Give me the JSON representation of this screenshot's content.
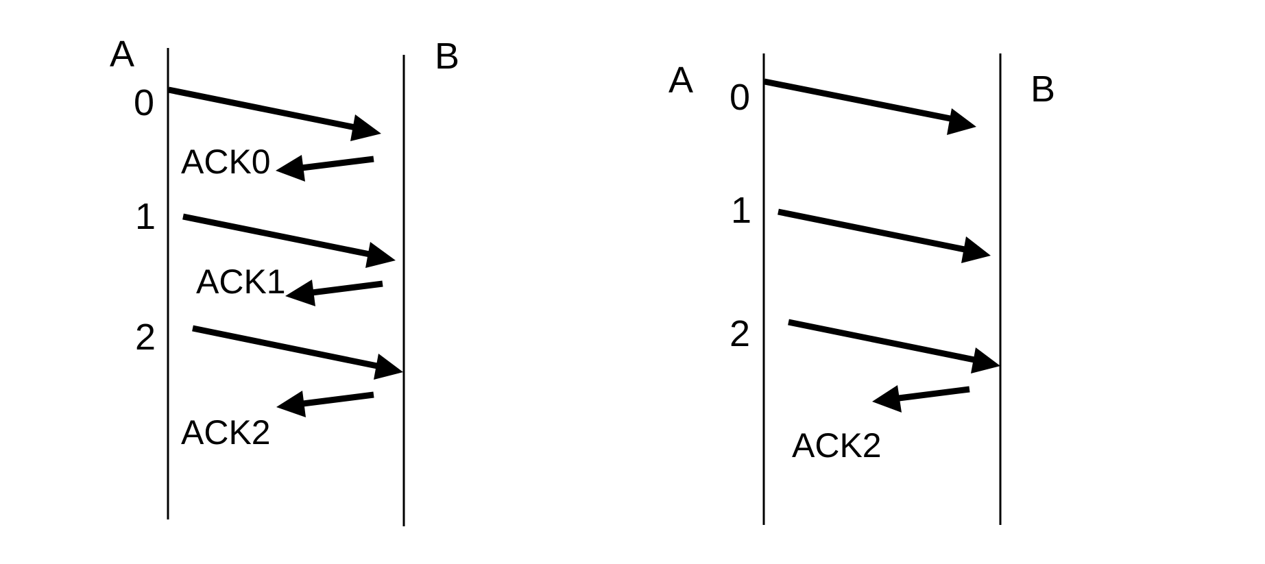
{
  "diagrams": [
    {
      "host_a_label": "A",
      "host_b_label": "B",
      "messages": [
        {
          "direction": "A->B",
          "label": "0"
        },
        {
          "direction": "B->A",
          "label": "ACK0"
        },
        {
          "direction": "A->B",
          "label": "1"
        },
        {
          "direction": "B->A",
          "label": "ACK1"
        },
        {
          "direction": "A->B",
          "label": "2"
        },
        {
          "direction": "B->A",
          "label": "ACK2"
        }
      ]
    },
    {
      "host_a_label": "A",
      "host_b_label": "B",
      "messages": [
        {
          "direction": "A->B",
          "label": "0"
        },
        {
          "direction": "A->B",
          "label": "1"
        },
        {
          "direction": "A->B",
          "label": "2"
        },
        {
          "direction": "B->A",
          "label": "ACK2"
        }
      ]
    }
  ]
}
